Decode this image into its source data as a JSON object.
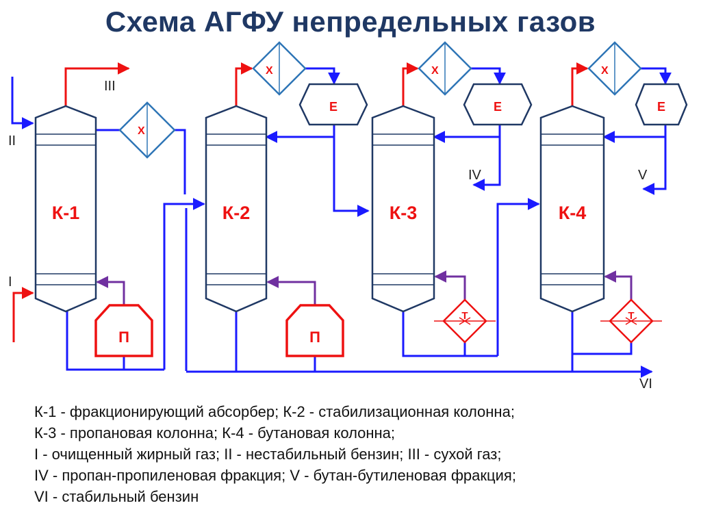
{
  "title": "Схема АГФУ непредельных газов",
  "columns": [
    "К-1",
    "К-2",
    "К-3",
    "К-4"
  ],
  "equipment": {
    "cooler": "Х",
    "vessel": "Е",
    "furnace": "П",
    "heater": "Т"
  },
  "streams": {
    "I": "I",
    "II": "II",
    "III": "III",
    "IV": "IV",
    "V": "V",
    "VI": "VI"
  },
  "legend": [
    "К-1 - фракционирующий абсорбер; К-2 - стабилизационная колонна;",
    "К-3 - пропановая колонна; К-4 - бутановая колонна;",
    "I - очищенный жирный газ; II - нестабильный бензин; III - сухой газ;",
    "IV - пропан-пропиленовая фракция; V - бутан-бутиленовая фракция;",
    "VI - стабильный бензин"
  ],
  "colors": {
    "title": "#1f3864",
    "blue": "#1a1aff",
    "red": "#ee1111",
    "purple": "#7030a0",
    "navy": "#1f3864",
    "cooler_outline": "#2e75b6"
  }
}
